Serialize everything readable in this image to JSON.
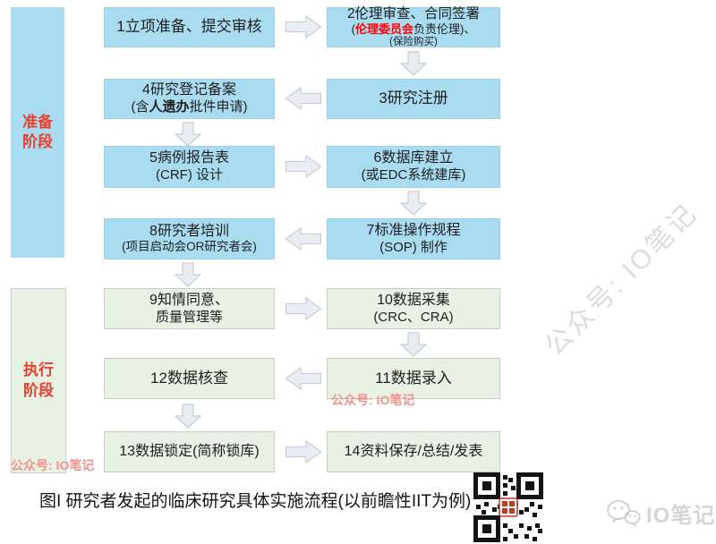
{
  "phases": {
    "prep": {
      "line1": "准备",
      "line2": "阶段"
    },
    "exec": {
      "line1": "执行",
      "line2": "阶段"
    }
  },
  "boxes": {
    "b1": {
      "text": "1立项准备、提交审核"
    },
    "b2": {
      "line1": "2伦理审查、合同签署",
      "line2_pre": "(",
      "line2_red": "伦理委员会",
      "line2_post": "负责伦理)、",
      "line3": "(保险购买)"
    },
    "b3": {
      "text": "3研究注册"
    },
    "b4": {
      "line1": "4研究登记备案",
      "line2_pre": "(含",
      "line2_bold": "人遗办",
      "line2_post": "批件申请)"
    },
    "b5": {
      "line1": "5病例报告表",
      "line2": "(CRF) 设计"
    },
    "b6": {
      "line1": "6数据库建立",
      "line2": "(或EDC系统建库)"
    },
    "b7": {
      "line1": "7标准操作规程",
      "line2": "(SOP) 制作"
    },
    "b8": {
      "line1": "8研究者培训",
      "line2": "(项目启动会OR研究者会)"
    },
    "b9": {
      "line1": "9知情同意、",
      "line2": "质量管理等"
    },
    "b10": {
      "line1": "10数据采集",
      "line2": "(CRC、CRA)"
    },
    "b11": {
      "text": "11数据录入"
    },
    "b12": {
      "text": "12数据核查"
    },
    "b13": {
      "text": "13数据锁定(简称锁库)"
    },
    "b14": {
      "text": "14资料保存/总结/发表"
    }
  },
  "caption": "图I 研究者发起的临床研究具体实施流程(以前瞻性IIT为例)",
  "watermarks": {
    "pink": "公众号: IO笔记",
    "diagonal": "公众号: IO笔记"
  },
  "logo": {
    "text": "IO笔记"
  },
  "colors": {
    "box_blue": "#a9dcf0",
    "box_green": "#e7f1e4",
    "arrow_fill": "#e9edf1",
    "arrow_border": "#c6cdd4",
    "phase_red": "#e8402e",
    "red_text": "#ff0000",
    "pink_watermark": "#f2938c",
    "gray_watermark": "#dcdcdc"
  }
}
